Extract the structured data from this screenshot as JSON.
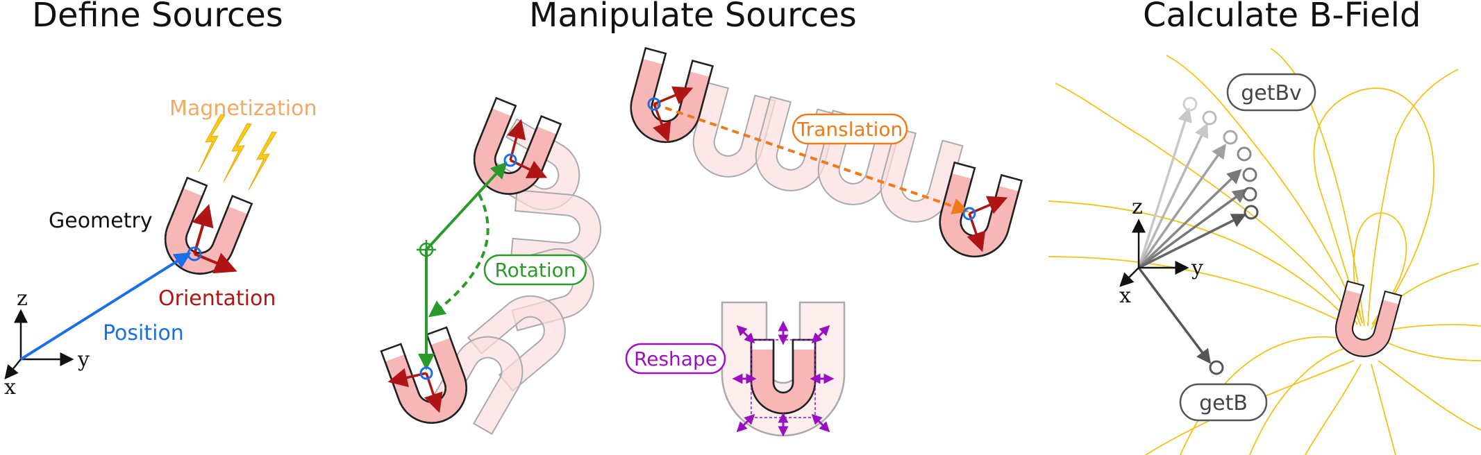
{
  "panels": {
    "define": "Define Sources",
    "manipulate": "Manipulate Sources",
    "calculate": "Calculate B-Field"
  },
  "define": {
    "magnetization": "Magnetization",
    "geometry": "Geometry",
    "orientation": "Orientation",
    "position": "Position"
  },
  "manipulate": {
    "rotation": "Rotation",
    "translation": "Translation",
    "reshape": "Reshape"
  },
  "calculate": {
    "getbv": "getBv",
    "getb": "getB"
  },
  "axes": {
    "x": "x",
    "y": "y",
    "z": "z"
  },
  "colors": {
    "position": "#1a6ee8",
    "orientation": "#b01515",
    "rotation": "#2a9a2a",
    "translation": "#f07a18",
    "reshape": "#9a10c0",
    "field_lines": "#f2c218",
    "magnet_fill": "#f7b7b7"
  }
}
